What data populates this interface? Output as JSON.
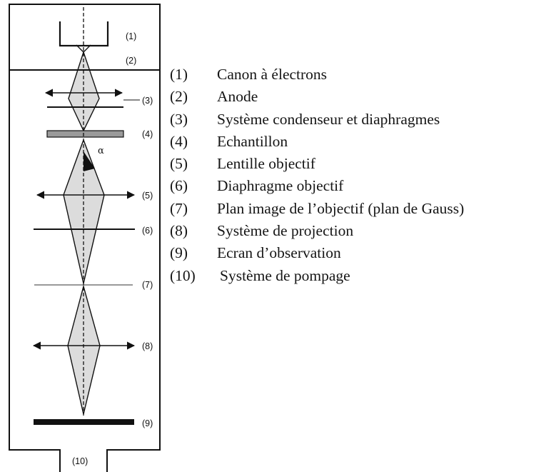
{
  "labels": {
    "l1": "(1)",
    "l2": "(2)",
    "l3": "(3)",
    "l4": "(4)",
    "l5": "(5)",
    "l6": "(6)",
    "l7": "(7)",
    "l8": "(8)",
    "l9": "(9)",
    "l10": "(10)",
    "alpha": "α"
  },
  "legend": [
    {
      "num": "(1)",
      "text": "Canon à électrons"
    },
    {
      "num": "(2)",
      "text": "Anode"
    },
    {
      "num": "(3)",
      "text": "Système condenseur et diaphragmes"
    },
    {
      "num": "(4)",
      "text": "Echantillon"
    },
    {
      "num": "(5)",
      "text": "Lentille objectif"
    },
    {
      "num": "(6)",
      "text": "Diaphragme objectif"
    },
    {
      "num": "(7)",
      "text": "Plan image de l’objectif (plan de Gauss)"
    },
    {
      "num": "(8)",
      "text": "Système de projection"
    },
    {
      "num": "(9)",
      "text": "Ecran d’observation"
    },
    {
      "num": "(10)",
      "text": "Système de pompage"
    }
  ],
  "colors": {
    "beam_fill": "#dcdcdc",
    "sample_fill": "#9a9a9a",
    "line": "#111111"
  }
}
